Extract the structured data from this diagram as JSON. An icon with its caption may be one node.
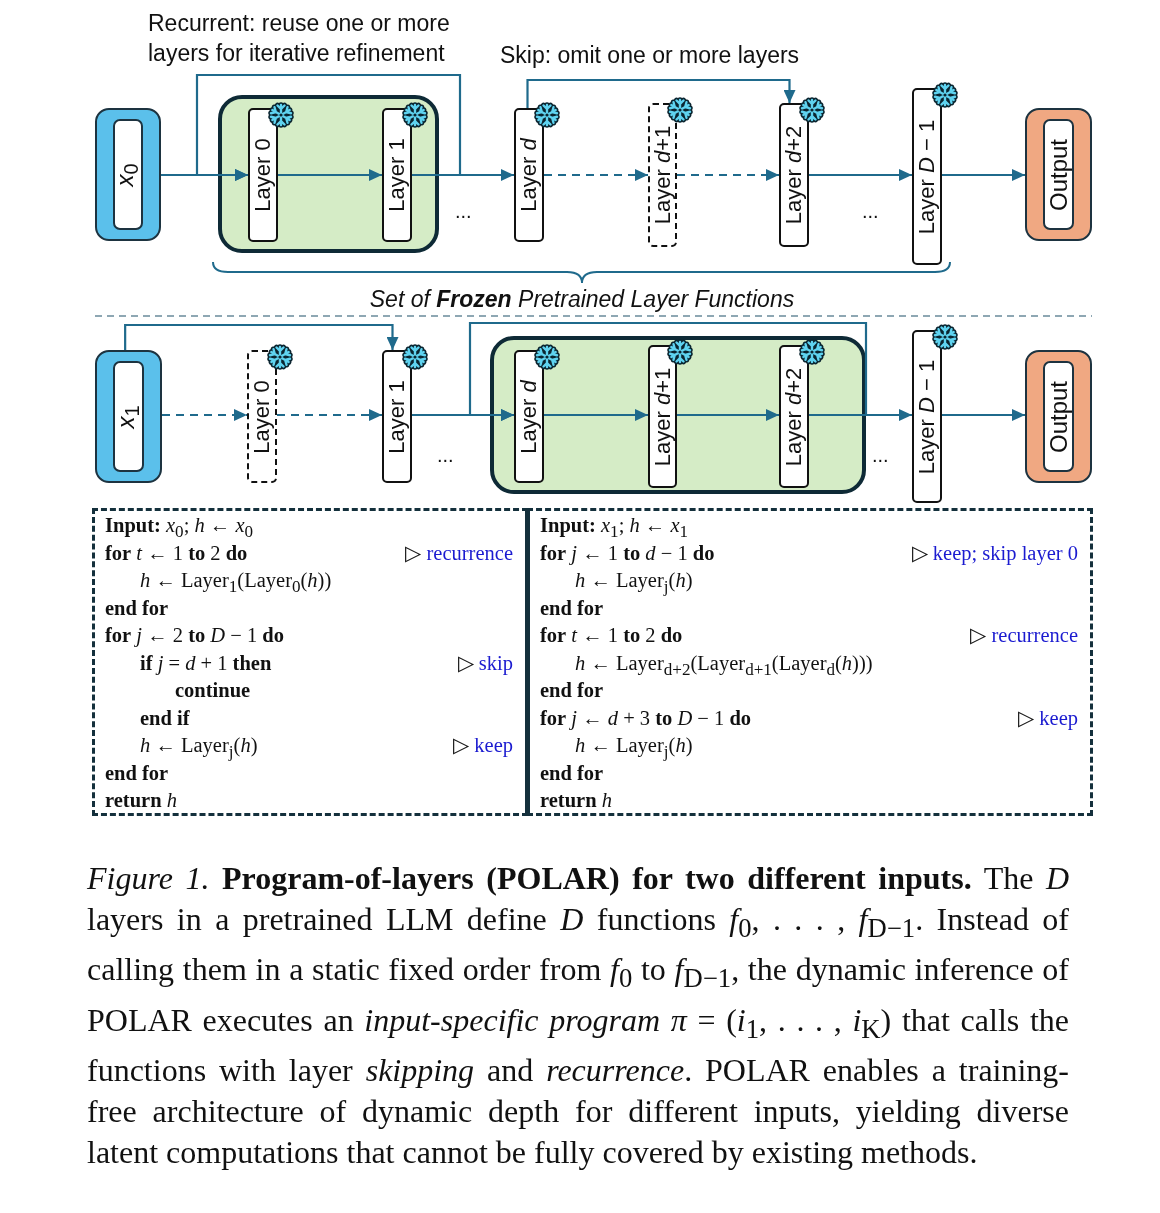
{
  "diagram": {
    "caption": "*Figure 1.* **Program-of-layers (POLAR) for two different inputs.** The *D* layers in a pretrained LLM define *D* functions *f*$_{0}$, . . . , *f*$_{D−1}$. Instead of calling them in a static fixed order from *f*$_{0}$ to *f*$_{D−1}$, the dynamic inference of POLAR executes an *input-specific program* *π* = (*i*$_{1}$, . . . , *i*$_{K}$) that calls the functions with layer *skipping* and *recurrence*. POLAR enables a training-free architecture of dynamic depth for different inputs, yielding diverse latent computations that cannot be fully covered by existing methods.",
    "nodes": [
      {
        "text": [
          "*x*$_{0}$"
        ]
      },
      {
        "text": [],
        "shape": "box"
      },
      {
        "text": [
          "Layer 0"
        ],
        "in": 1
      },
      {
        "text": [
          "Layer 1"
        ],
        "in": 1
      },
      {
        "text": [
          "Layer *d*"
        ]
      },
      {
        "text": [
          "Layer *d*+1"
        ]
      },
      {
        "text": [
          "Layer *d*+2"
        ]
      },
      {
        "text": [
          "Layer *D* − 1"
        ]
      },
      {
        "text": [
          "Output"
        ]
      },
      {
        "text": [
          "*x*$_{1}$"
        ]
      },
      {
        "text": [
          "Layer 0"
        ]
      },
      {
        "text": [
          "Layer 1"
        ]
      },
      {
        "text": [],
        "shape": "box"
      },
      {
        "text": [
          "Layer *d*"
        ],
        "in": 12
      },
      {
        "text": [
          "Layer *d*+1"
        ],
        "in": 12
      },
      {
        "text": [
          "Layer *d*+2"
        ],
        "in": 12
      },
      {
        "text": [
          "Layer *D* − 1"
        ]
      },
      {
        "text": [
          "Output"
        ]
      },
      {
        "text": [
          "**Input:** *x*$_{0}$; *h* ← *x*$_{0}$",
          "**for** *t* ← 1 **to** 2 **do**",
          "▷ recurrence",
          "*h* ← Layer$_{1}$(Layer$_{0}$(*h*))",
          "**end for**",
          "**for** *j* ← 2 **to** *D* − 1 **do**",
          "**if** *j* = *d* + 1 **then**",
          "▷ skip",
          "**continue**",
          "**end if**",
          "*h* ← Layer$_{j}$(*h*)",
          "▷ keep",
          "**end for**",
          "**return** *h*"
        ]
      },
      {
        "text": [
          "**Input:** *x*$_{1}$; *h* ← *x*$_{1}$",
          "**for** *j* ← 1 **to** *d* − 1 **do**",
          "▷ keep; skip layer 0",
          "*h* ← Layer$_{j}$(*h*)",
          "**end for**",
          "**for** *t* ← 1 **to** 2 **do**",
          "▷ recurrence",
          "*h* ← Layer$_{d+2}$(Layer$_{d+1}$(Layer$_{d}$(*h*)))",
          "**end for**",
          "**for** *j* ← *d* + 3 **to** *D* − 1 **do**",
          "▷ keep",
          "*h* ← Layer$_{j}$(*h*)",
          "**end for**",
          "**return** *h*"
        ]
      }
    ],
    "edges": [
      {
        "from": 0,
        "to": 2,
        "arrow": "to"
      },
      {
        "from": 3,
        "to": 2,
        "arrow": "to"
      },
      {
        "from": 2,
        "to": 3,
        "arrow": "to"
      },
      {
        "from": 3,
        "to": 4,
        "arrow": "to"
      },
      {
        "from": 4,
        "to": 5,
        "arrow": "to",
        "style": "dashed"
      },
      {
        "from": 5,
        "to": 6,
        "arrow": "to",
        "style": "dashed"
      },
      {
        "from": 4,
        "to": 6,
        "arrow": "to"
      },
      {
        "from": 6,
        "to": 7,
        "arrow": "to"
      },
      {
        "from": 7,
        "to": 8,
        "arrow": "to"
      },
      {
        "from": 9,
        "to": 10,
        "arrow": "to",
        "style": "dashed"
      },
      {
        "from": 10,
        "to": 11,
        "arrow": "to",
        "style": "dashed"
      },
      {
        "from": 9,
        "to": 11,
        "arrow": "to"
      },
      {
        "from": 11,
        "to": 13,
        "arrow": "to"
      },
      {
        "from": 13,
        "to": 14,
        "arrow": "to"
      },
      {
        "from": 14,
        "to": 15,
        "arrow": "to"
      },
      {
        "from": 15,
        "to": 13,
        "arrow": "to"
      },
      {
        "from": 15,
        "to": 16,
        "arrow": "to"
      },
      {
        "from": 16,
        "to": 17,
        "arrow": "to"
      }
    ],
    "labels": [
      "Recurrent: reuse one or more layers for iterative refinement",
      "Skip: omit one or more layers",
      "...",
      "...",
      "Set of **Frozen** Pretrained Layer Functions",
      "...",
      "..."
    ]
  }
}
